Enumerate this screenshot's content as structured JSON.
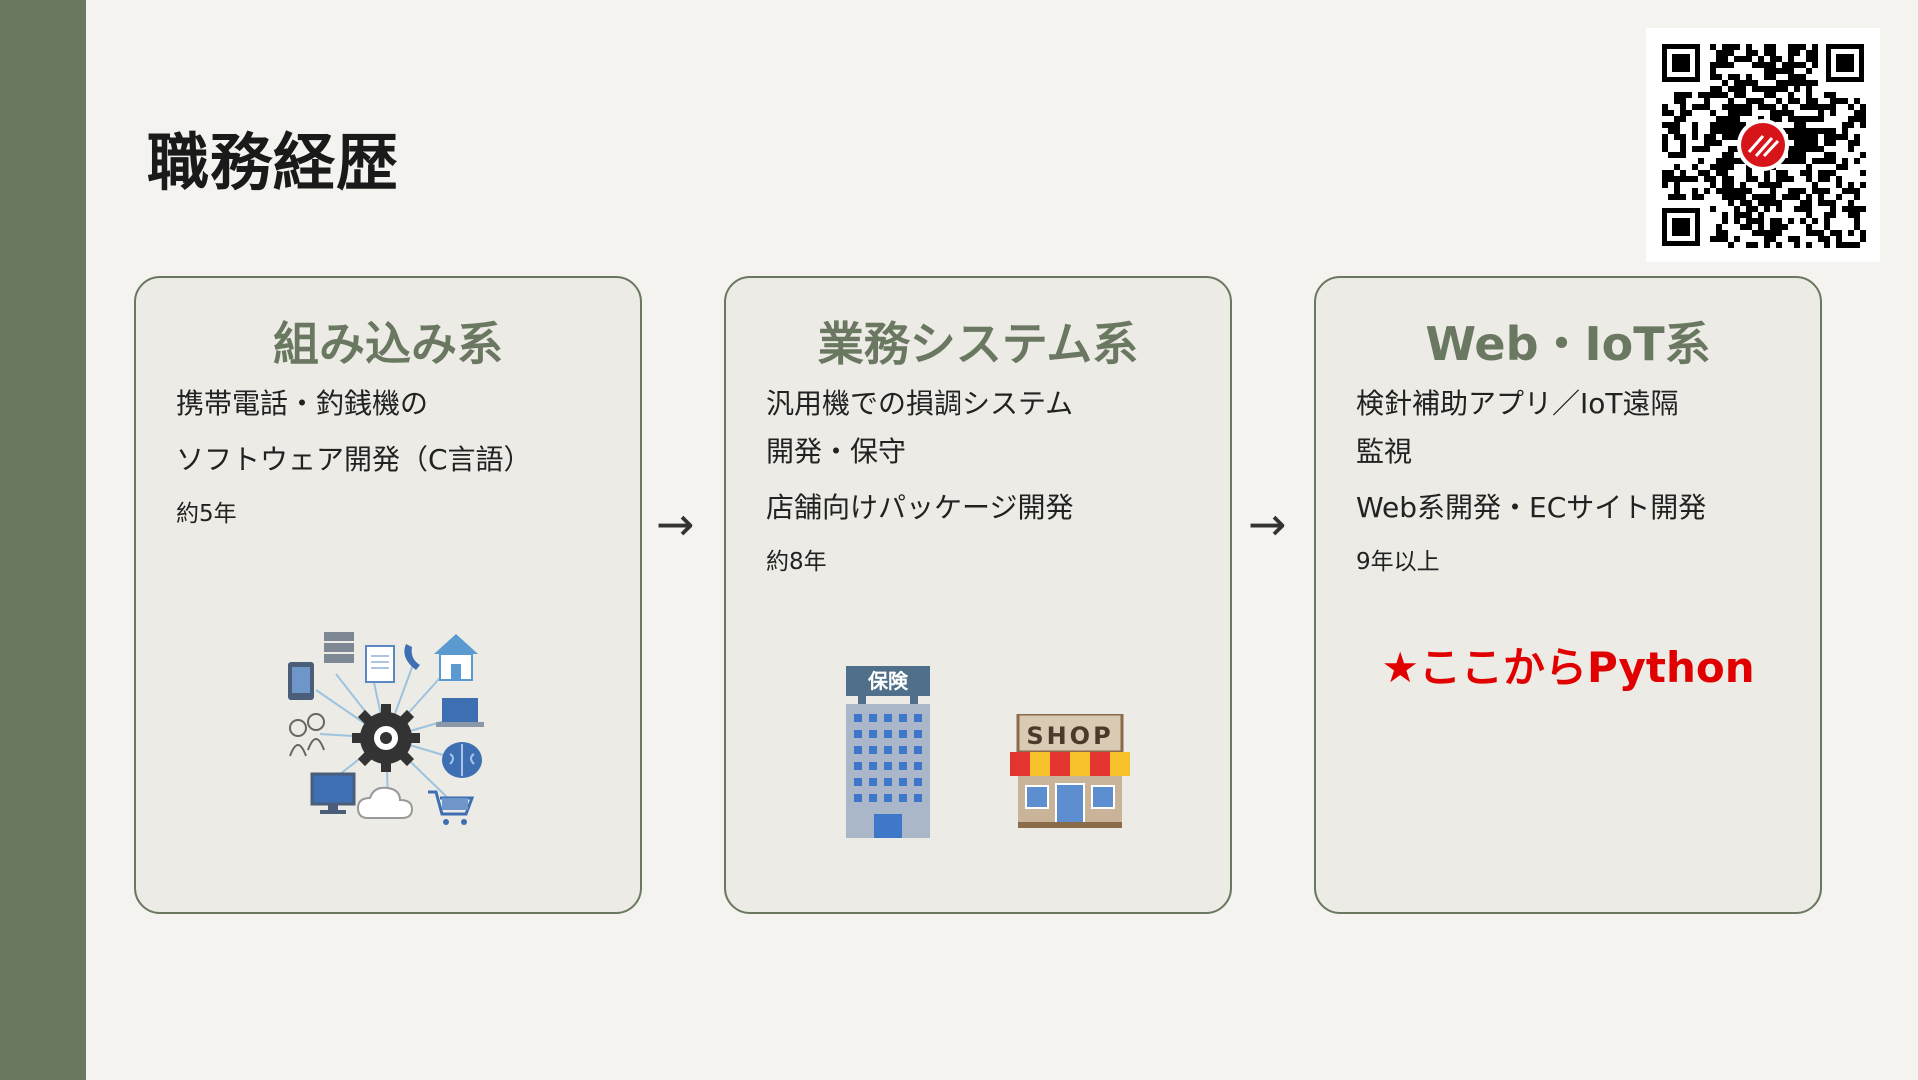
{
  "page": {
    "title": "職務経歴"
  },
  "cards": [
    {
      "title": "組み込み系",
      "lines": [
        "携帯電話・釣銭機の",
        "ソフトウェア開発（C言語）"
      ],
      "years": "約5年",
      "icons": [
        "server-icon",
        "tablet-icon",
        "document-icon",
        "phone-icon",
        "house-icon",
        "laptop-icon",
        "people-icon",
        "gear-icon",
        "brain-icon",
        "monitor-icon",
        "cloud-icon",
        "cart-icon"
      ]
    },
    {
      "title": "業務システム系",
      "lines": [
        "汎用機での損調システム",
        "開発・保守",
        "店舗向けパッケージ開発"
      ],
      "years": "約8年",
      "building_sign": "保険",
      "shop_sign": "SHOP"
    },
    {
      "title": "Web・IoT系",
      "lines": [
        "検針補助アプリ／IoT遠隔",
        "監視",
        "Web系開発・ECサイト開発"
      ],
      "years": "9年以上",
      "highlight": "★ここからPython"
    }
  ],
  "arrows": [
    "→",
    "→"
  ],
  "colors": {
    "accent": "#6b7861",
    "background": "#f4f3ef",
    "card": "#ecebe5",
    "highlight": "#e00000"
  }
}
